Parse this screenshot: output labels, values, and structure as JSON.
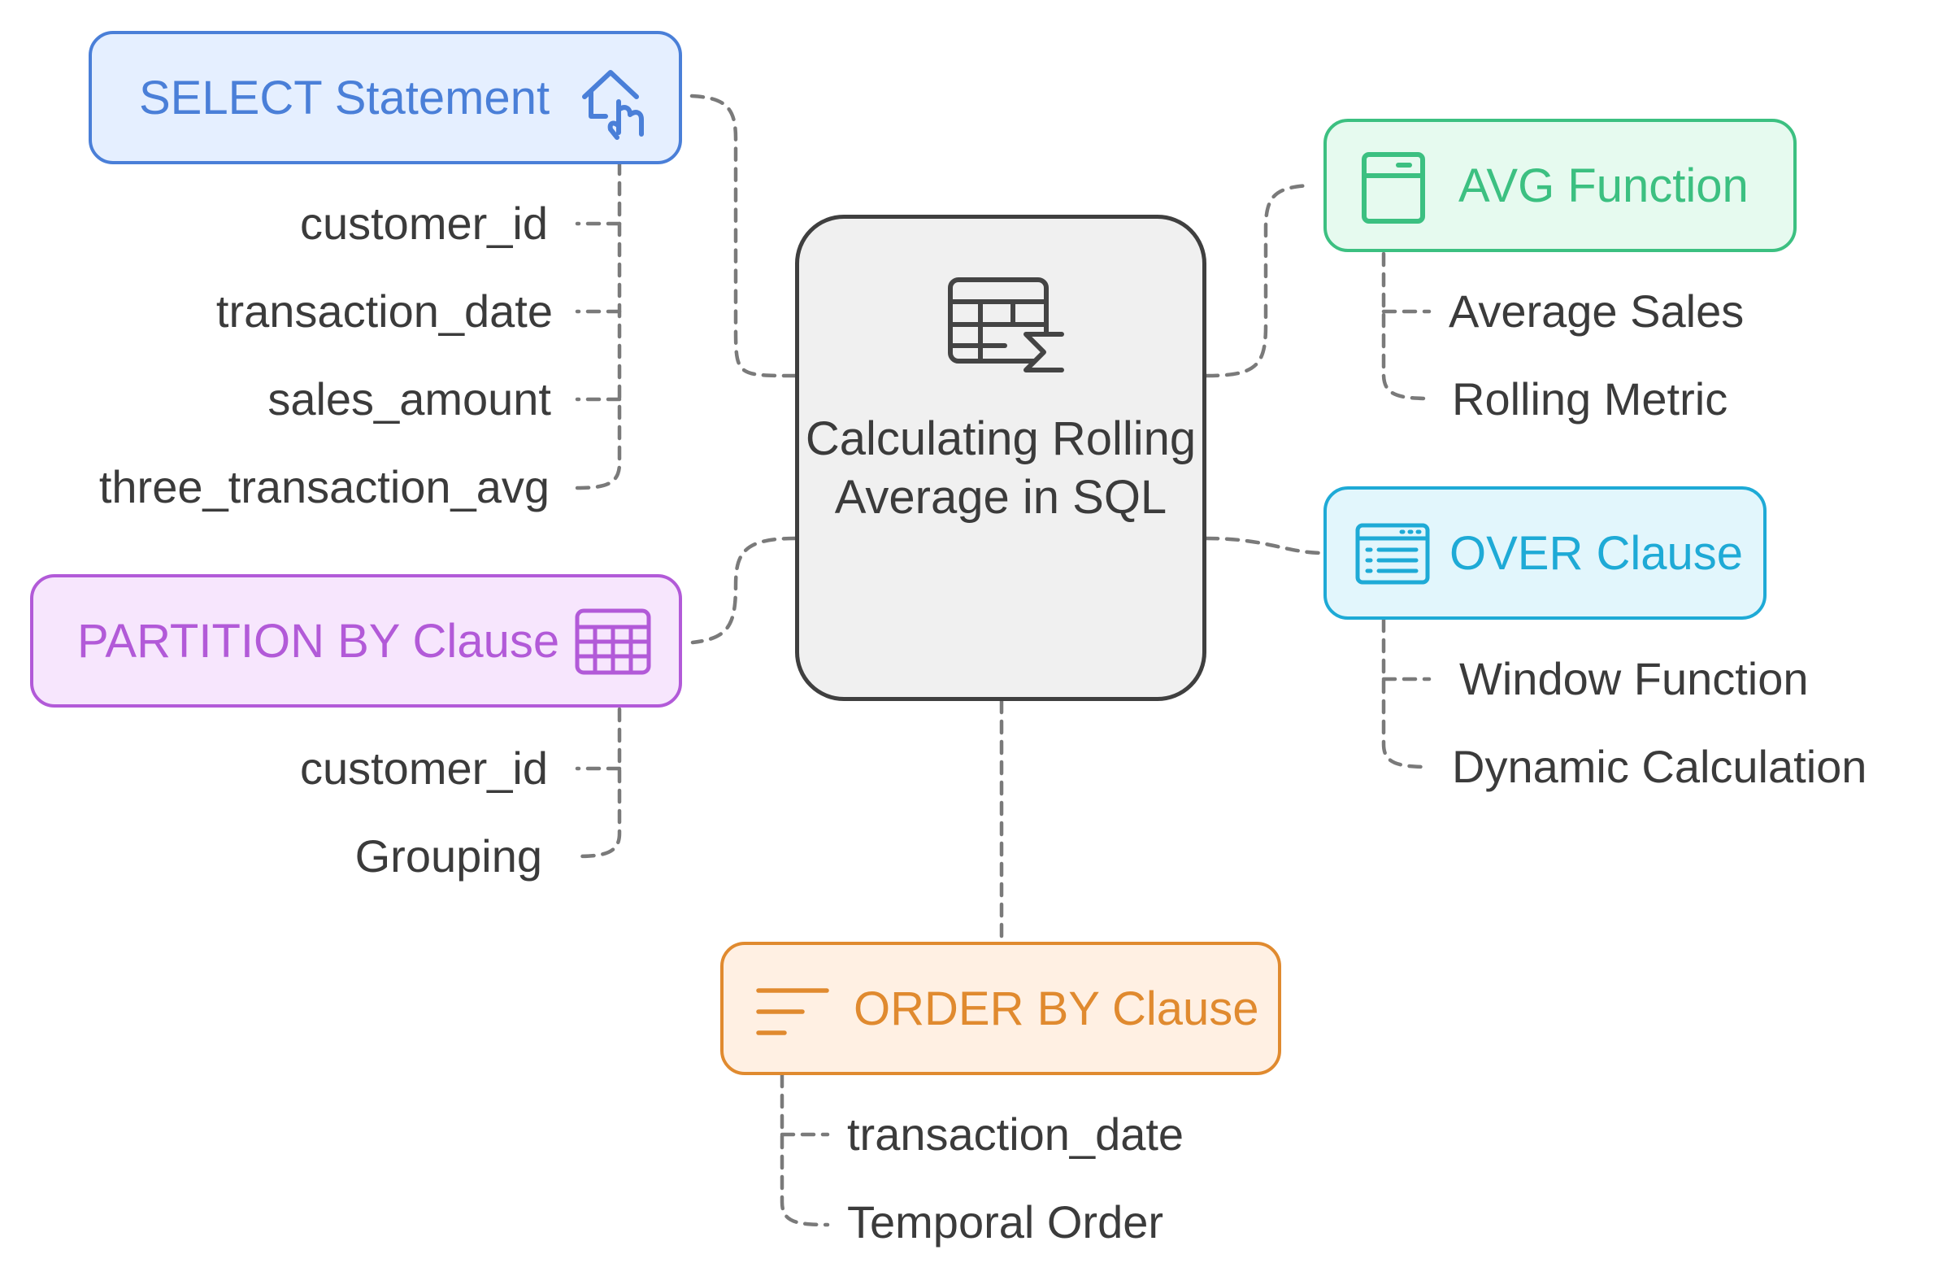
{
  "center": {
    "title": "Calculating Rolling Average in SQL",
    "icon": "table-sum-icon"
  },
  "nodes": {
    "select": {
      "label": "SELECT Statement",
      "icon": "house-hand-icon",
      "color": "#4a7fd8",
      "fill": "#e5efff",
      "items": [
        "customer_id",
        "transaction_date",
        "sales_amount",
        "three_transaction_avg"
      ]
    },
    "partition": {
      "label": "PARTITION BY Clause",
      "icon": "grid-table-icon",
      "color": "#b25ad8",
      "fill": "#f7e6fd",
      "items": [
        "customer_id",
        "Grouping"
      ]
    },
    "avg": {
      "label": "AVG Function",
      "icon": "window-panel-icon",
      "color": "#3cc081",
      "fill": "#e6faef",
      "items": [
        "Average Sales",
        "Rolling Metric"
      ]
    },
    "over": {
      "label": "OVER Clause",
      "icon": "browser-list-icon",
      "color": "#1eaad6",
      "fill": "#e2f6fc",
      "items": [
        "Window Function",
        "Dynamic Calculation"
      ]
    },
    "order": {
      "label": "ORDER BY Clause",
      "icon": "sort-lines-icon",
      "color": "#e08a2f",
      "fill": "#fff0e3",
      "items": [
        "transaction_date",
        "Temporal Order"
      ]
    }
  },
  "connector_color": "#7a7a7a"
}
